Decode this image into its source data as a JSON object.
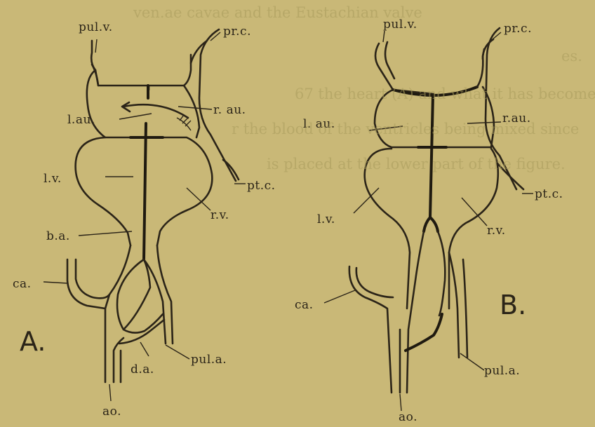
{
  "figure": {
    "panel_a": {
      "letter": "A.",
      "labels": {
        "pul_v": "pul.v.",
        "pr_c": "pr.c.",
        "l_au": "l.au.",
        "r_au": "r. au.",
        "l_v": "l.v.",
        "pt_c": "pt.c.",
        "r_v": "r.v.",
        "b_a": "b.a.",
        "ca": "ca.",
        "d_a": "d.a.",
        "pul_a": "pul.a.",
        "ao": "ao."
      }
    },
    "panel_b": {
      "letter": "B.",
      "labels": {
        "pul_v": "pul.v.",
        "pr_c": "pr.c.",
        "l_au": "l. au.",
        "r_au": "r.au.",
        "l_v": "l.v.",
        "pt_c": "pt.c.",
        "r_v": "r.v.",
        "ca": "ca.",
        "pul_a": "pul.a.",
        "ao": "ao."
      }
    },
    "bleed_through": [
      "ven.ae cavae and the Eustachian valve",
      "es.",
      "67 the heart (A) and what it has become",
      "r the blood of the ventricles being mixed since",
      "is placed at the lower part of the figure."
    ]
  }
}
